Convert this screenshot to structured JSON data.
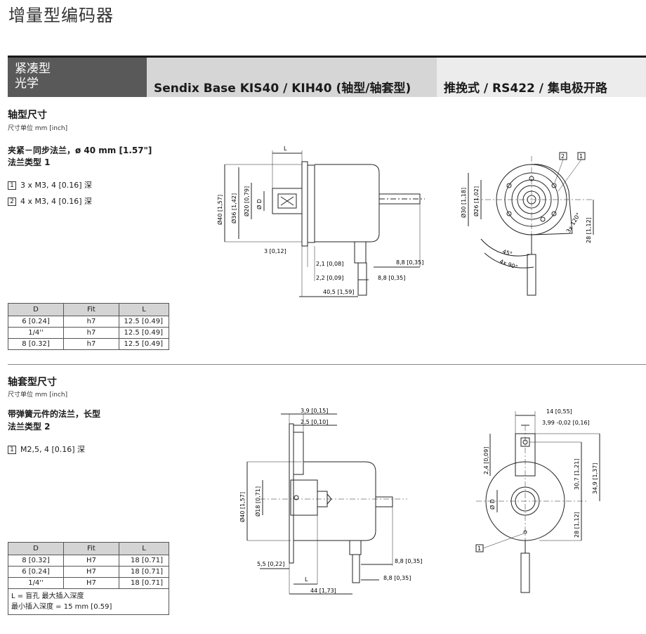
{
  "page": {
    "title": "增量型编码器"
  },
  "header": {
    "category_line1": "紧凑型",
    "category_line2": "光学",
    "product": "Sendix Base KIS40 / KIH40 (轴型/轴套型)",
    "outputs": "推挽式 / RS422 / 集电极开路"
  },
  "shaft": {
    "title": "轴型尺寸",
    "unit": "尺寸单位  mm [inch]",
    "flange_line1": "夹紧－同步法兰，ø 40 mm [1.57\"]",
    "flange_line2": "法兰类型 1",
    "notes": [
      {
        "num": "1",
        "text": "3 x M3, 4 [0.16] 深"
      },
      {
        "num": "2",
        "text": "4 x M3, 4 [0.16] 深"
      }
    ],
    "table": {
      "headers": [
        "D",
        "Fit",
        "L"
      ],
      "rows": [
        [
          "6 [0.24]",
          "h7",
          "12.5 [0.49]"
        ],
        [
          "1/4''",
          "h7",
          "12.5 [0.49]"
        ],
        [
          "8 [0.32]",
          "h7",
          "12.5 [0.49]"
        ]
      ]
    },
    "side_dims": {
      "L": "L",
      "d40": "Ø40 [1,57]",
      "d36": "Ø36 [1,42]",
      "d20": "Ø20 [0,79]",
      "dD": "Ø D",
      "d3": "3 [0,12]",
      "d21": "2,1 [0,08]",
      "d22": "2,2 [0,09]",
      "d405": "40,5 [1,59]",
      "d88a": "8,8 [0,35]",
      "d88b": "8,8 [0,35]"
    },
    "front_dims": {
      "n2": "2",
      "n1": "1",
      "d30": "Ø30 [1,18]",
      "d26": "Ø26 [1,02]",
      "a120": "3x 120°",
      "a45": "45°",
      "a90": "4x 90°",
      "d28": "28 [1,12]"
    }
  },
  "hollow": {
    "title": "轴套型尺寸",
    "unit": "尺寸单位  mm [inch]",
    "flange_line1": "带弹簧元件的法兰，长型",
    "flange_line2": "法兰类型 2",
    "notes": [
      {
        "num": "1",
        "text": "M2,5, 4 [0.16] 深"
      }
    ],
    "table": {
      "headers": [
        "D",
        "Fit",
        "L"
      ],
      "rows": [
        [
          "8 [0.32]",
          "H7",
          "18 [0.71]"
        ],
        [
          "6 [0.24]",
          "H7",
          "18 [0.71]"
        ],
        [
          "1/4''",
          "H7",
          "18 [0.71]"
        ]
      ],
      "foot_line1": "L = 盲孔  最大插入深度",
      "foot_line2": "最小插入深度 = 15 mm [0.59]"
    },
    "side_dims": {
      "d39": "3,9 [0,15]",
      "d25": "2,5 [0,10]",
      "d40": "Ø40 [1,57]",
      "d18": "Ø18 [0,71]",
      "d55": "5,5 [0,22]",
      "L": "L",
      "d44": "44 [1,73]",
      "d88a": "8,8 [0,35]",
      "d88b": "8,8 [0,35]"
    },
    "front_dims": {
      "d14": "14 [0,55]",
      "d399": "3,99 -0,02 [0,16]",
      "d24": "2,4 [0,09]",
      "dD": "Ø D",
      "d307": "30,7 [1,21]",
      "d349": "34,9 [1,37]",
      "d28": "28 [1,12]",
      "n1": "1"
    }
  }
}
